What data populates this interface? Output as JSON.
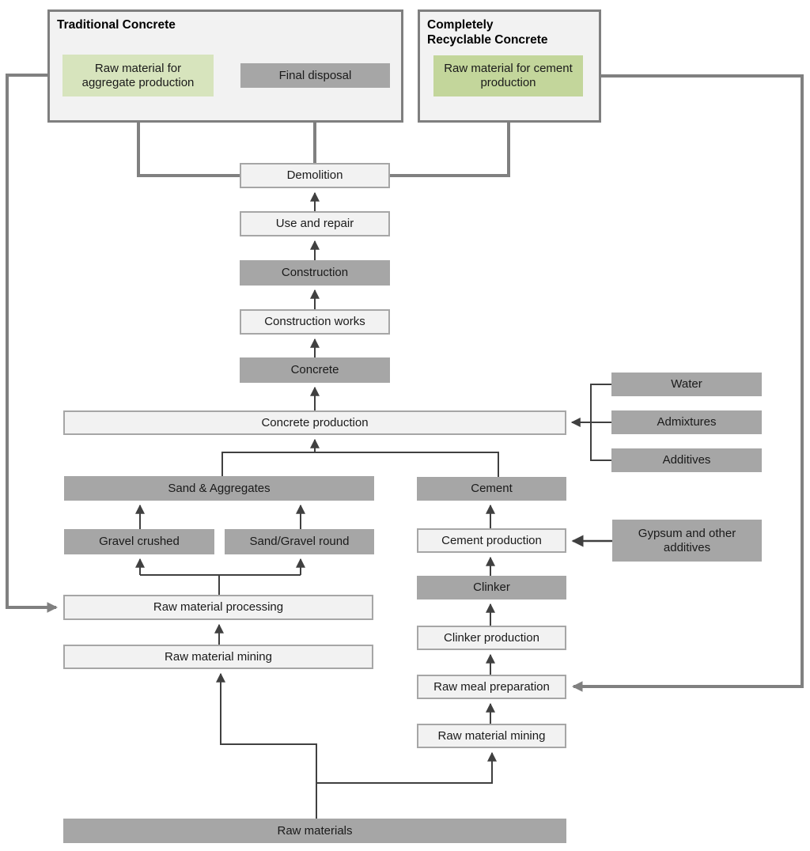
{
  "diagram_type": "flowchart",
  "groups": {
    "traditional": {
      "title": "Traditional Concrete"
    },
    "recyclable": {
      "title": "Completely Recyclable Concrete"
    }
  },
  "nodes": {
    "raw_material_aggregate": {
      "label": "Raw material for aggregate production"
    },
    "final_disposal": {
      "label": "Final disposal"
    },
    "raw_material_cement": {
      "label": "Raw material for cement production"
    },
    "demolition": {
      "label": "Demolition"
    },
    "use_and_repair": {
      "label": "Use and repair"
    },
    "construction": {
      "label": "Construction"
    },
    "construction_works": {
      "label": "Construction works"
    },
    "concrete": {
      "label": "Concrete"
    },
    "concrete_production": {
      "label": "Concrete production"
    },
    "water": {
      "label": "Water"
    },
    "admixtures": {
      "label": "Admixtures"
    },
    "additives": {
      "label": "Additives"
    },
    "sand_aggregates": {
      "label": "Sand & Aggregates"
    },
    "cement": {
      "label": "Cement"
    },
    "gravel_crushed": {
      "label": "Gravel crushed"
    },
    "sand_gravel_round": {
      "label": "Sand/Gravel round"
    },
    "cement_production": {
      "label": "Cement production"
    },
    "gypsum": {
      "label": "Gypsum and other additives"
    },
    "clinker": {
      "label": "Clinker"
    },
    "raw_material_processing": {
      "label": "Raw material processing"
    },
    "clinker_production": {
      "label": "Clinker production"
    },
    "raw_material_mining_agg": {
      "label": "Raw material mining"
    },
    "raw_meal_preparation": {
      "label": "Raw meal preparation"
    },
    "raw_material_mining_cem": {
      "label": "Raw material mining"
    },
    "raw_materials": {
      "label": "Raw materials"
    }
  },
  "edges": [
    {
      "from": "Use and repair",
      "to": "Demolition"
    },
    {
      "from": "Demolition",
      "to": "Final disposal"
    },
    {
      "from": "Demolition",
      "to": "Raw material for aggregate production"
    },
    {
      "from": "Demolition",
      "to": "Raw material for cement production"
    },
    {
      "from": "Construction",
      "to": "Use and repair"
    },
    {
      "from": "Construction works",
      "to": "Construction"
    },
    {
      "from": "Concrete",
      "to": "Construction works"
    },
    {
      "from": "Concrete production",
      "to": "Concrete"
    },
    {
      "from": "Sand & Aggregates",
      "to": "Concrete production"
    },
    {
      "from": "Cement",
      "to": "Concrete production"
    },
    {
      "from": "Water",
      "to": "Concrete production"
    },
    {
      "from": "Admixtures",
      "to": "Concrete production"
    },
    {
      "from": "Additives",
      "to": "Concrete production"
    },
    {
      "from": "Gravel crushed",
      "to": "Sand & Aggregates"
    },
    {
      "from": "Sand/Gravel round",
      "to": "Sand & Aggregates"
    },
    {
      "from": "Raw material processing",
      "to": "Gravel crushed"
    },
    {
      "from": "Raw material processing",
      "to": "Sand/Gravel round"
    },
    {
      "from": "Raw material mining (aggregates)",
      "to": "Raw material processing"
    },
    {
      "from": "Raw material for aggregate production",
      "to": "Raw material processing"
    },
    {
      "from": "Cement production",
      "to": "Cement"
    },
    {
      "from": "Gypsum and other additives",
      "to": "Cement production"
    },
    {
      "from": "Clinker",
      "to": "Cement production"
    },
    {
      "from": "Clinker production",
      "to": "Clinker"
    },
    {
      "from": "Raw meal preparation",
      "to": "Clinker production"
    },
    {
      "from": "Raw material for cement production",
      "to": "Raw meal preparation"
    },
    {
      "from": "Raw material mining (cement)",
      "to": "Raw meal preparation"
    },
    {
      "from": "Raw materials",
      "to": "Raw material mining (aggregates)"
    },
    {
      "from": "Raw materials",
      "to": "Raw material mining (cement)"
    }
  ],
  "colors": {
    "gray_box": "#a6a6a6",
    "light_box_fill": "#f2f2f2",
    "light_box_border": "#a6a6a6",
    "group_border": "#7f7f7f",
    "green_aggregate_box": "#d7e4bd",
    "green_cement_box": "#c3d69b",
    "thin_line": "#404040",
    "thick_line": "#808080",
    "text": "#1a1a1a"
  }
}
